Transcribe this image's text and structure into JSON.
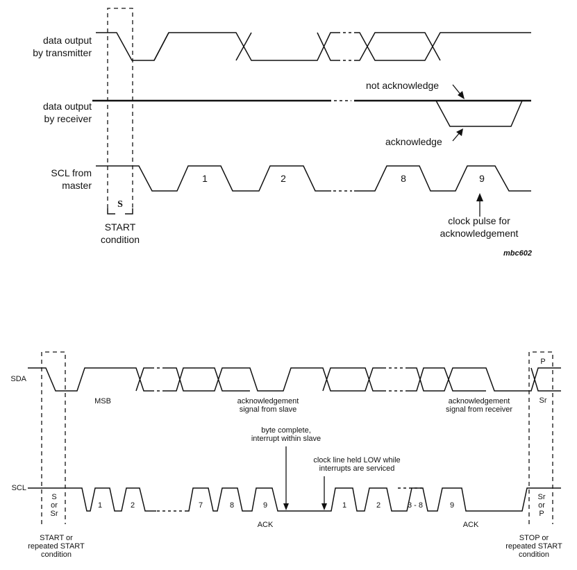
{
  "diagram_top": {
    "signals": {
      "transmitter": [
        "data output",
        "by transmitter"
      ],
      "receiver": [
        "data output",
        "by receiver"
      ],
      "scl": [
        "SCL from",
        "master"
      ]
    },
    "start_box_label": "S",
    "start_condition": [
      "START",
      "condition"
    ],
    "clock_numbers": [
      "1",
      "2",
      "8",
      "9"
    ],
    "not_acknowledge": "not acknowledge",
    "acknowledge": "acknowledge",
    "clock_pulse_note": [
      "clock pulse for",
      "acknowledgement"
    ],
    "figure_id": "mbc602"
  },
  "diagram_bottom": {
    "sda_label": "SDA",
    "scl_label": "SCL",
    "msb": "MSB",
    "ack_from_slave": [
      "acknowledgement",
      "signal from slave"
    ],
    "ack_from_receiver": [
      "acknowledgement",
      "signal from receiver"
    ],
    "byte_complete": [
      "byte complete,",
      "interrupt within slave"
    ],
    "clock_held_low": [
      "clock line held LOW while",
      "interrupts are serviced"
    ],
    "clock_numbers_1": [
      "1",
      "2",
      "7",
      "8",
      "9"
    ],
    "clock_numbers_2": [
      "1",
      "2",
      "3 - 8",
      "9"
    ],
    "ack_1": "ACK",
    "ack_2": "ACK",
    "left_box": [
      "S",
      "or",
      "Sr"
    ],
    "right_box_sda_top": "P",
    "right_box_sda_bottom": "Sr",
    "right_box_scl": [
      "Sr",
      "or",
      "P"
    ],
    "start_or_repeated": [
      "START or",
      "repeated START",
      "condition"
    ],
    "stop_or_repeated": [
      "STOP or",
      "repeated START",
      "condition"
    ]
  }
}
